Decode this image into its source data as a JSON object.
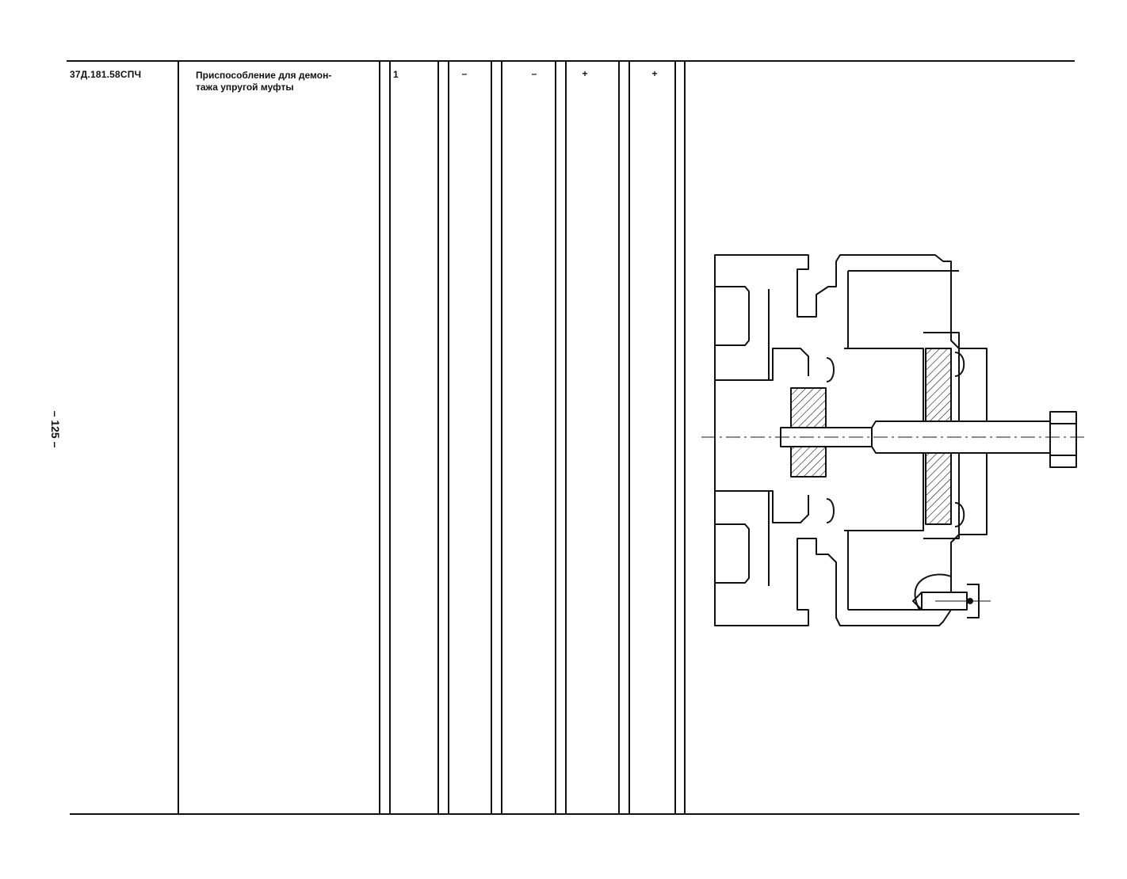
{
  "row": {
    "designation": "37Д.181.58СПЧ",
    "name_line1": "Приспособление для демон-",
    "name_line2": "тажа упругой муфты",
    "quantity": "1",
    "col4": "–",
    "col5": "–",
    "col6": "+",
    "col7": "+"
  },
  "page_number": "– 125 –",
  "drawing": {
    "subject": "coupling-removal-fixture",
    "colors": {
      "line": "#111111",
      "hatch": "#111111",
      "background": "#ffffff"
    }
  }
}
